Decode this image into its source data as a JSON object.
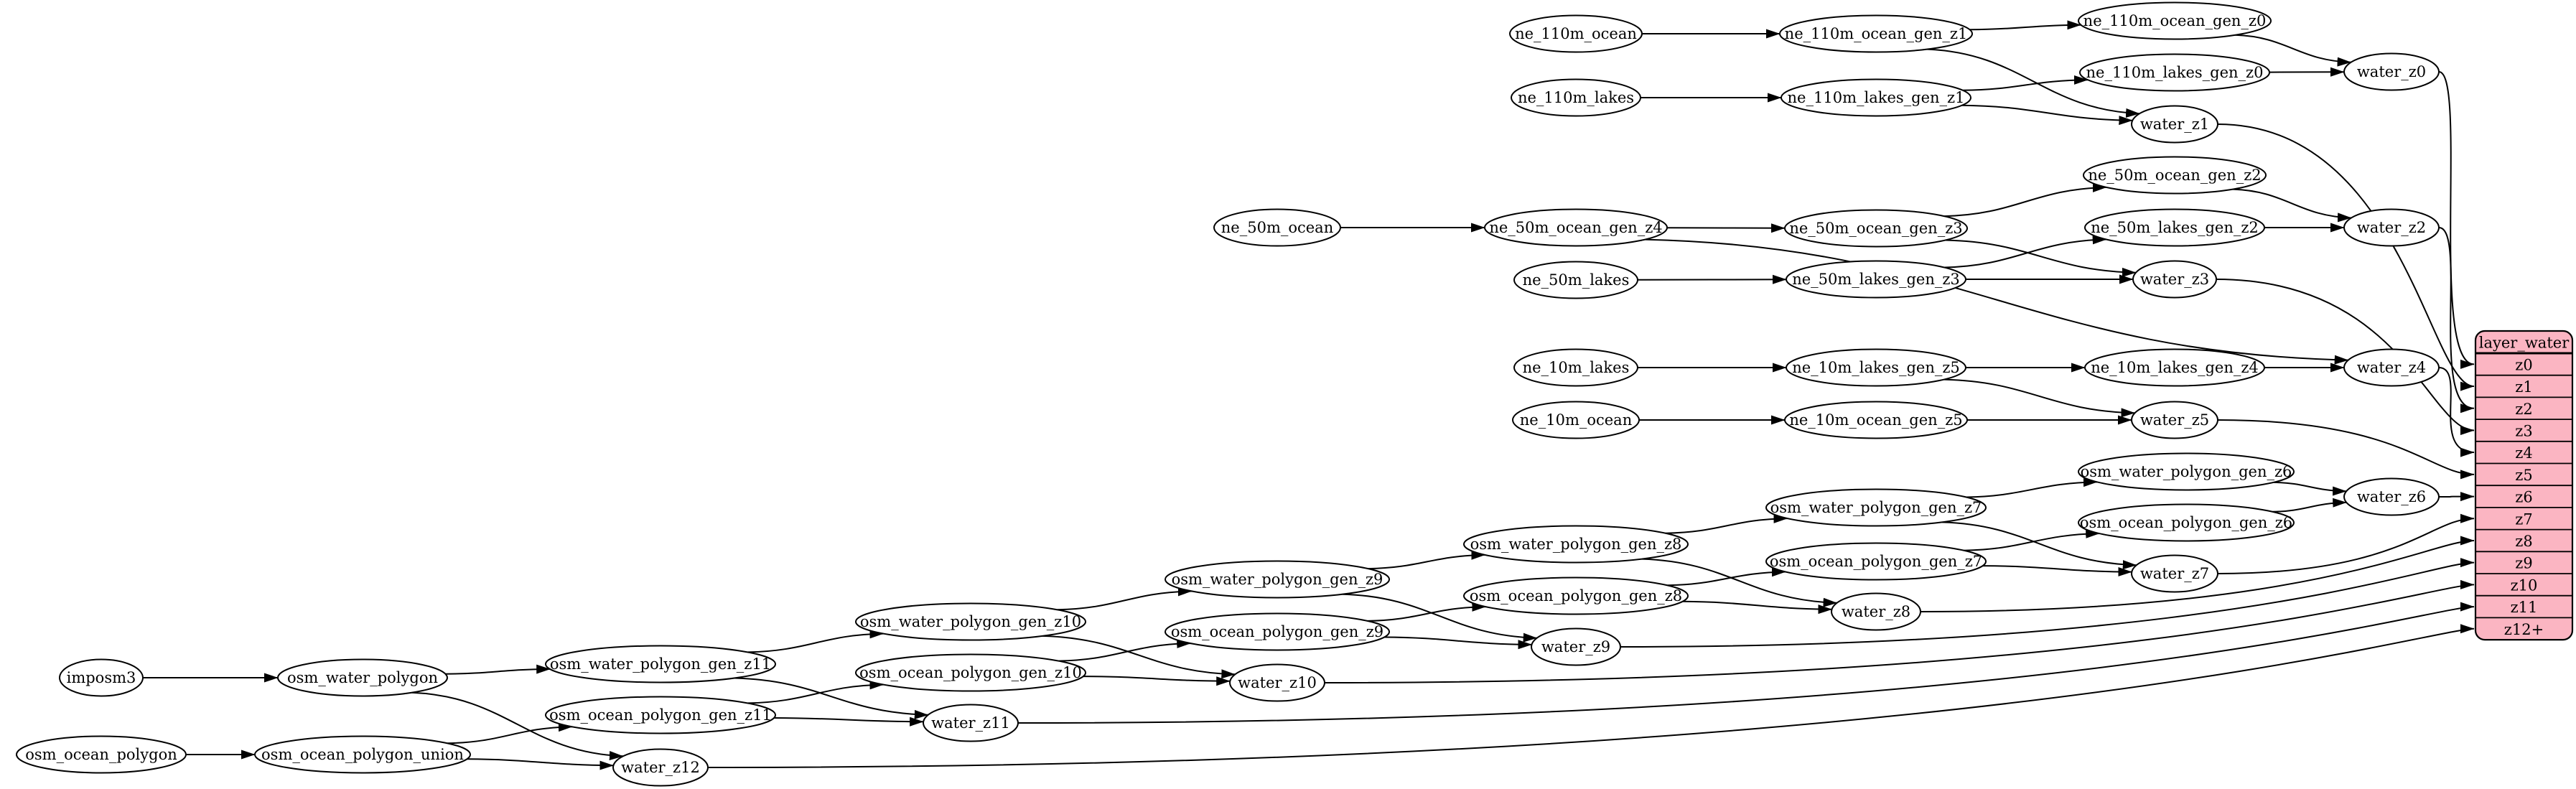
{
  "diagram": {
    "kind": "graphviz-dependency-diagram",
    "colors": {
      "background": "#ffffff",
      "node_fill": "#ffffff",
      "node_stroke": "#000000",
      "edge": "#000000",
      "text": "#000000",
      "table_fill": "#fbb5c2",
      "table_stroke": "#000000"
    },
    "nodes": [
      {
        "id": "imposm3",
        "label": "imposm3"
      },
      {
        "id": "osm_water_polygon",
        "label": "osm_water_polygon"
      },
      {
        "id": "osm_ocean_polygon",
        "label": "osm_ocean_polygon"
      },
      {
        "id": "osm_ocean_polygon_union",
        "label": "osm_ocean_polygon_union"
      },
      {
        "id": "osm_water_polygon_gen_z11",
        "label": "osm_water_polygon_gen_z11"
      },
      {
        "id": "osm_ocean_polygon_gen_z11",
        "label": "osm_ocean_polygon_gen_z11"
      },
      {
        "id": "water_z12",
        "label": "water_z12"
      },
      {
        "id": "osm_water_polygon_gen_z10",
        "label": "osm_water_polygon_gen_z10"
      },
      {
        "id": "osm_ocean_polygon_gen_z10",
        "label": "osm_ocean_polygon_gen_z10"
      },
      {
        "id": "water_z11",
        "label": "water_z11"
      },
      {
        "id": "osm_water_polygon_gen_z9",
        "label": "osm_water_polygon_gen_z9"
      },
      {
        "id": "osm_ocean_polygon_gen_z9",
        "label": "osm_ocean_polygon_gen_z9"
      },
      {
        "id": "water_z10",
        "label": "water_z10"
      },
      {
        "id": "osm_water_polygon_gen_z8",
        "label": "osm_water_polygon_gen_z8"
      },
      {
        "id": "osm_ocean_polygon_gen_z8",
        "label": "osm_ocean_polygon_gen_z8"
      },
      {
        "id": "water_z9",
        "label": "water_z9"
      },
      {
        "id": "osm_water_polygon_gen_z7",
        "label": "osm_water_polygon_gen_z7"
      },
      {
        "id": "osm_ocean_polygon_gen_z7",
        "label": "osm_ocean_polygon_gen_z7"
      },
      {
        "id": "water_z8",
        "label": "water_z8"
      },
      {
        "id": "osm_water_polygon_gen_z6",
        "label": "osm_water_polygon_gen_z6"
      },
      {
        "id": "osm_ocean_polygon_gen_z6",
        "label": "osm_ocean_polygon_gen_z6"
      },
      {
        "id": "water_z7",
        "label": "water_z7"
      },
      {
        "id": "water_z6",
        "label": "water_z6"
      },
      {
        "id": "ne_110m_ocean",
        "label": "ne_110m_ocean"
      },
      {
        "id": "ne_110m_ocean_gen_z1",
        "label": "ne_110m_ocean_gen_z1"
      },
      {
        "id": "ne_110m_ocean_gen_z0",
        "label": "ne_110m_ocean_gen_z0"
      },
      {
        "id": "ne_110m_lakes",
        "label": "ne_110m_lakes"
      },
      {
        "id": "ne_110m_lakes_gen_z1",
        "label": "ne_110m_lakes_gen_z1"
      },
      {
        "id": "ne_110m_lakes_gen_z0",
        "label": "ne_110m_lakes_gen_z0"
      },
      {
        "id": "water_z0",
        "label": "water_z0"
      },
      {
        "id": "water_z1",
        "label": "water_z1"
      },
      {
        "id": "ne_50m_ocean",
        "label": "ne_50m_ocean"
      },
      {
        "id": "ne_50m_ocean_gen_z4",
        "label": "ne_50m_ocean_gen_z4"
      },
      {
        "id": "ne_50m_ocean_gen_z3",
        "label": "ne_50m_ocean_gen_z3"
      },
      {
        "id": "ne_50m_ocean_gen_z2",
        "label": "ne_50m_ocean_gen_z2"
      },
      {
        "id": "ne_50m_lakes",
        "label": "ne_50m_lakes"
      },
      {
        "id": "ne_50m_lakes_gen_z3",
        "label": "ne_50m_lakes_gen_z3"
      },
      {
        "id": "ne_50m_lakes_gen_z2",
        "label": "ne_50m_lakes_gen_z2"
      },
      {
        "id": "water_z2",
        "label": "water_z2"
      },
      {
        "id": "water_z3",
        "label": "water_z3"
      },
      {
        "id": "ne_10m_lakes",
        "label": "ne_10m_lakes"
      },
      {
        "id": "ne_10m_lakes_gen_z5",
        "label": "ne_10m_lakes_gen_z5"
      },
      {
        "id": "ne_10m_lakes_gen_z4",
        "label": "ne_10m_lakes_gen_z4"
      },
      {
        "id": "ne_10m_ocean",
        "label": "ne_10m_ocean"
      },
      {
        "id": "ne_10m_ocean_gen_z5",
        "label": "ne_10m_ocean_gen_z5"
      },
      {
        "id": "water_z4",
        "label": "water_z4"
      },
      {
        "id": "water_z5",
        "label": "water_z5"
      }
    ],
    "table": {
      "title": "layer_water",
      "rows": [
        "z0",
        "z1",
        "z2",
        "z3",
        "z4",
        "z5",
        "z6",
        "z7",
        "z8",
        "z9",
        "z10",
        "z11",
        "z12+"
      ]
    },
    "edges": [
      {
        "from": "ne_110m_ocean",
        "to": "ne_110m_ocean_gen_z1"
      },
      {
        "from": "ne_110m_ocean_gen_z1",
        "to": "ne_110m_ocean_gen_z0"
      },
      {
        "from": "ne_110m_ocean_gen_z1",
        "to": "water_z1"
      },
      {
        "from": "ne_110m_ocean_gen_z0",
        "to": "water_z0"
      },
      {
        "from": "ne_110m_lakes",
        "to": "ne_110m_lakes_gen_z1"
      },
      {
        "from": "ne_110m_lakes_gen_z1",
        "to": "ne_110m_lakes_gen_z0"
      },
      {
        "from": "ne_110m_lakes_gen_z1",
        "to": "water_z1"
      },
      {
        "from": "ne_110m_lakes_gen_z0",
        "to": "water_z0"
      },
      {
        "from": "ne_50m_ocean",
        "to": "ne_50m_ocean_gen_z4"
      },
      {
        "from": "ne_50m_ocean_gen_z4",
        "to": "ne_50m_ocean_gen_z3"
      },
      {
        "from": "ne_50m_ocean_gen_z4",
        "to": "water_z4"
      },
      {
        "from": "ne_50m_ocean_gen_z3",
        "to": "ne_50m_ocean_gen_z2"
      },
      {
        "from": "ne_50m_ocean_gen_z3",
        "to": "water_z3"
      },
      {
        "from": "ne_50m_ocean_gen_z2",
        "to": "water_z2"
      },
      {
        "from": "ne_50m_lakes",
        "to": "ne_50m_lakes_gen_z3"
      },
      {
        "from": "ne_50m_lakes_gen_z3",
        "to": "ne_50m_lakes_gen_z2"
      },
      {
        "from": "ne_50m_lakes_gen_z3",
        "to": "water_z3"
      },
      {
        "from": "ne_50m_lakes_gen_z2",
        "to": "water_z2"
      },
      {
        "from": "ne_10m_lakes",
        "to": "ne_10m_lakes_gen_z5"
      },
      {
        "from": "ne_10m_lakes_gen_z5",
        "to": "ne_10m_lakes_gen_z4"
      },
      {
        "from": "ne_10m_lakes_gen_z5",
        "to": "water_z5"
      },
      {
        "from": "ne_10m_lakes_gen_z4",
        "to": "water_z4"
      },
      {
        "from": "ne_10m_ocean",
        "to": "ne_10m_ocean_gen_z5"
      },
      {
        "from": "ne_10m_ocean_gen_z5",
        "to": "water_z5"
      },
      {
        "from": "imposm3",
        "to": "osm_water_polygon"
      },
      {
        "from": "osm_water_polygon",
        "to": "osm_water_polygon_gen_z11"
      },
      {
        "from": "osm_water_polygon",
        "to": "water_z12"
      },
      {
        "from": "osm_water_polygon_gen_z11",
        "to": "osm_water_polygon_gen_z10"
      },
      {
        "from": "osm_water_polygon_gen_z11",
        "to": "water_z11"
      },
      {
        "from": "osm_water_polygon_gen_z10",
        "to": "osm_water_polygon_gen_z9"
      },
      {
        "from": "osm_water_polygon_gen_z10",
        "to": "water_z10"
      },
      {
        "from": "osm_water_polygon_gen_z9",
        "to": "osm_water_polygon_gen_z8"
      },
      {
        "from": "osm_water_polygon_gen_z9",
        "to": "water_z9"
      },
      {
        "from": "osm_water_polygon_gen_z8",
        "to": "osm_water_polygon_gen_z7"
      },
      {
        "from": "osm_water_polygon_gen_z8",
        "to": "water_z8"
      },
      {
        "from": "osm_water_polygon_gen_z7",
        "to": "osm_water_polygon_gen_z6"
      },
      {
        "from": "osm_water_polygon_gen_z7",
        "to": "water_z7"
      },
      {
        "from": "osm_water_polygon_gen_z6",
        "to": "water_z6"
      },
      {
        "from": "osm_ocean_polygon",
        "to": "osm_ocean_polygon_union"
      },
      {
        "from": "osm_ocean_polygon_union",
        "to": "osm_ocean_polygon_gen_z11"
      },
      {
        "from": "osm_ocean_polygon_union",
        "to": "water_z12"
      },
      {
        "from": "osm_ocean_polygon_gen_z11",
        "to": "osm_ocean_polygon_gen_z10"
      },
      {
        "from": "osm_ocean_polygon_gen_z11",
        "to": "water_z11"
      },
      {
        "from": "osm_ocean_polygon_gen_z10",
        "to": "osm_ocean_polygon_gen_z9"
      },
      {
        "from": "osm_ocean_polygon_gen_z10",
        "to": "water_z10"
      },
      {
        "from": "osm_ocean_polygon_gen_z9",
        "to": "osm_ocean_polygon_gen_z8"
      },
      {
        "from": "osm_ocean_polygon_gen_z9",
        "to": "water_z9"
      },
      {
        "from": "osm_ocean_polygon_gen_z8",
        "to": "osm_ocean_polygon_gen_z7"
      },
      {
        "from": "osm_ocean_polygon_gen_z8",
        "to": "water_z8"
      },
      {
        "from": "osm_ocean_polygon_gen_z7",
        "to": "osm_ocean_polygon_gen_z6"
      },
      {
        "from": "osm_ocean_polygon_gen_z7",
        "to": "water_z7"
      },
      {
        "from": "osm_ocean_polygon_gen_z6",
        "to": "water_z6"
      },
      {
        "from": "water_z0",
        "to": "layer_water.z0"
      },
      {
        "from": "water_z1",
        "to": "layer_water.z1"
      },
      {
        "from": "water_z2",
        "to": "layer_water.z2"
      },
      {
        "from": "water_z3",
        "to": "layer_water.z3"
      },
      {
        "from": "water_z4",
        "to": "layer_water.z4"
      },
      {
        "from": "water_z5",
        "to": "layer_water.z5"
      },
      {
        "from": "water_z6",
        "to": "layer_water.z6"
      },
      {
        "from": "water_z7",
        "to": "layer_water.z7"
      },
      {
        "from": "water_z8",
        "to": "layer_water.z8"
      },
      {
        "from": "water_z9",
        "to": "layer_water.z9"
      },
      {
        "from": "water_z10",
        "to": "layer_water.z10"
      },
      {
        "from": "water_z11",
        "to": "layer_water.z11"
      },
      {
        "from": "water_z12",
        "to": "layer_water.z12+"
      }
    ]
  }
}
